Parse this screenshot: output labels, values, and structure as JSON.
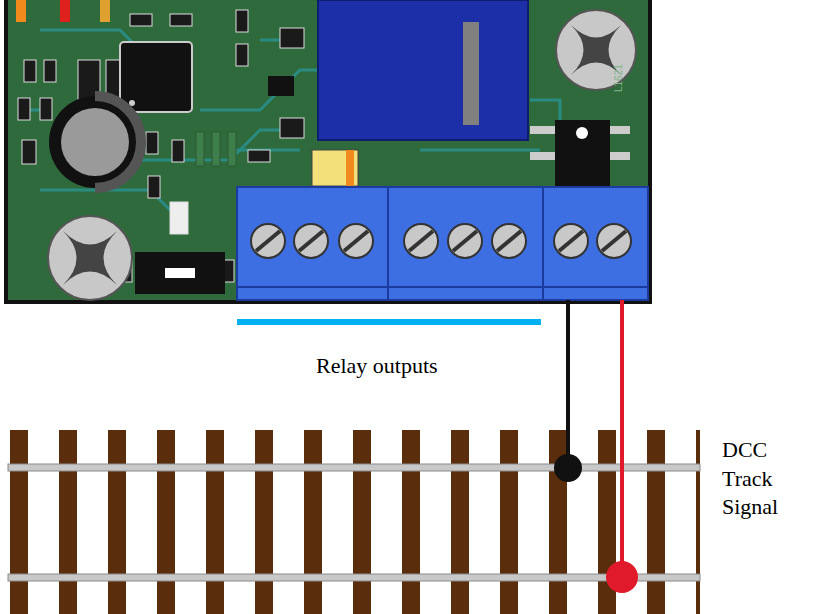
{
  "diagram": {
    "labels": [
      "Relay outputs",
      "DCC Track Signal",
      "L1621"
    ]
  }
}
